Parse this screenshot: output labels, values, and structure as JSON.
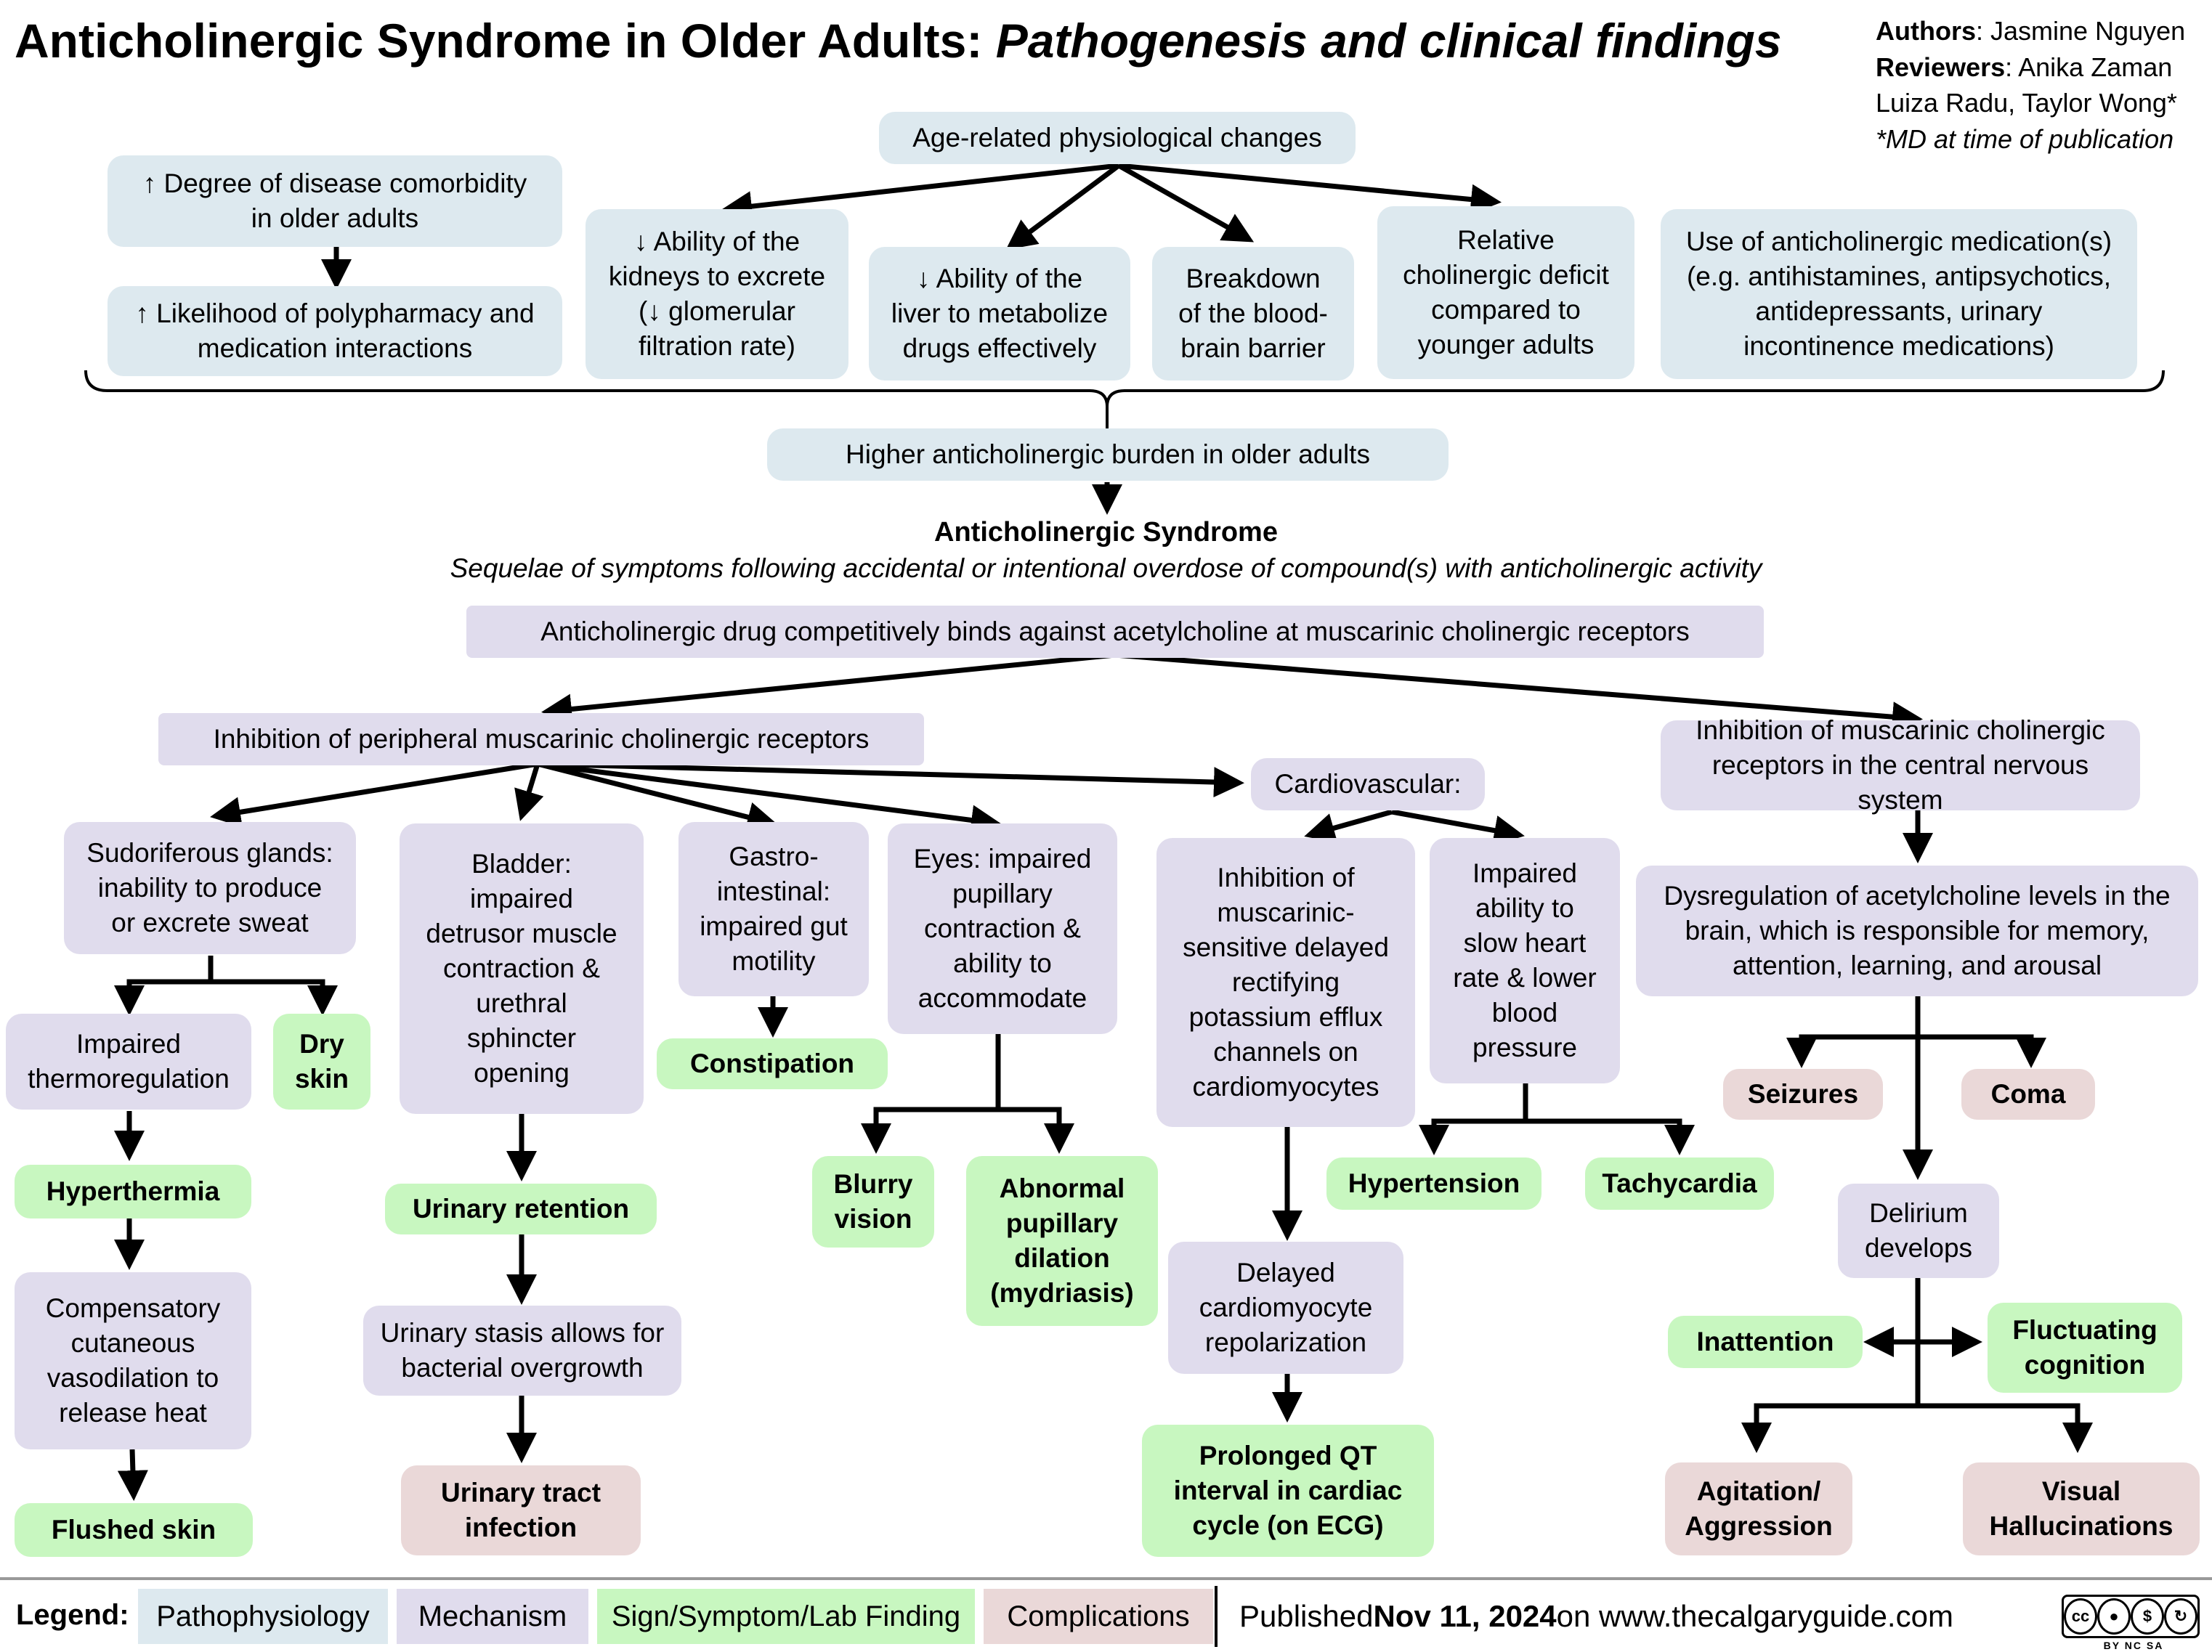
{
  "header": {
    "title_main": "Anticholinergic Syndrome in Older Adults: ",
    "title_italic": "Pathogenesis and clinical findings",
    "authors_label": "Authors",
    "authors": ":  Jasmine Nguyen",
    "reviewers_label": "Reviewers",
    "reviewers": ": Anika Zaman",
    "reviewers2": "Luiza Radu, Taylor Wong*",
    "md_note": "*MD at time of publication"
  },
  "nodes": {
    "comorbidity": "↑ Degree of disease comorbidity\nin older adults",
    "polypharmacy": "↑ Likelihood of polypharmacy and\nmedication interactions",
    "age_changes": "Age-related physiological changes",
    "kidneys": "↓ Ability of the\nkidneys to excrete\n(↓ glomerular\nfiltration rate)",
    "liver": "↓ Ability of the\nliver to metabolize\ndrugs effectively",
    "bbb": "Breakdown\nof the blood-\nbrain barrier",
    "cholinergic_deficit": "Relative\ncholinergic deficit\ncompared to\nyounger adults",
    "medications": "Use of anticholinergic medication(s)\n(e.g. antihistamines, antipsychotics,\nantidepressants, urinary\nincontinence medications)",
    "burden": "Higher anticholinergic burden in older adults",
    "syndrome_title": "Anticholinergic Syndrome",
    "syndrome_sub": "Sequelae of symptoms following accidental or intentional overdose of compound(s) with anticholinergic activity",
    "binds": "Anticholinergic drug competitively binds against acetylcholine at muscarinic cholinergic receptors",
    "peripheral": "Inhibition of peripheral muscarinic cholinergic receptors",
    "central": "Inhibition of muscarinic cholinergic\nreceptors in the central nervous system",
    "sudoriferous": "Sudoriferous glands:\ninability to produce\nor excrete sweat",
    "impaired_thermo": "Impaired\nthermoregulation",
    "dry_skin": "Dry\nskin",
    "hyperthermia": "Hyperthermia",
    "vasodilation": "Compensatory\ncutaneous\nvasodilation to\nrelease heat",
    "flushed": "Flushed skin",
    "bladder": "Bladder:\nimpaired\ndetrusor muscle\ncontraction &\nurethral\nsphincter\nopening",
    "urinary_retention": "Urinary retention",
    "urinary_stasis": "Urinary stasis allows for\nbacterial overgrowth",
    "uti": "Urinary tract\ninfection",
    "gi": "Gastro-\nintestinal:\nimpaired gut\nmotility",
    "constipation": "Constipation",
    "eyes": "Eyes: impaired\npupillary\ncontraction &\nability to\naccommodate",
    "blurry": "Blurry\nvision",
    "mydriasis": "Abnormal\npupillary\ndilation\n(mydriasis)",
    "cardio": "Cardiovascular:",
    "potassium": "Inhibition of\nmuscarinic-\nsensitive delayed\nrectifying\npotassium efflux\nchannels on\ncardiomyocytes",
    "heart_rate": "Impaired\nability to\nslow heart\nrate & lower\nblood\npressure",
    "hypertension": "Hypertension",
    "tachycardia": "Tachycardia",
    "repolarization": "Delayed\ncardiomyocyte\nrepolarization",
    "qt": "Prolonged QT\ninterval in cardiac\ncycle (on ECG)",
    "dysregulation": "Dysregulation of acetylcholine levels in the\nbrain, which is responsible for memory,\nattention, learning, and arousal",
    "seizures": "Seizures",
    "coma": "Coma",
    "delirium": "Delirium\ndevelops",
    "inattention": "Inattention",
    "fluctuating": "Fluctuating\ncognition",
    "agitation": "Agitation/\nAggression",
    "hallucinations": "Visual\nHallucinations"
  },
  "legend": {
    "label": "Legend:",
    "items": [
      "Pathophysiology",
      "Mechanism",
      "Sign/Symptom/Lab Finding",
      "Complications"
    ]
  },
  "footer": {
    "published_prefix": "Published ",
    "published_date": "Nov 11, 2024",
    "published_suffix": " on www.thecalgaryguide.com",
    "license": "BY NC SA"
  },
  "colors": {
    "pathophysiology": "#dde9ef",
    "mechanism": "#e0dced",
    "sign_symptom": "#c8f7c0",
    "complications": "#ead8d8"
  }
}
